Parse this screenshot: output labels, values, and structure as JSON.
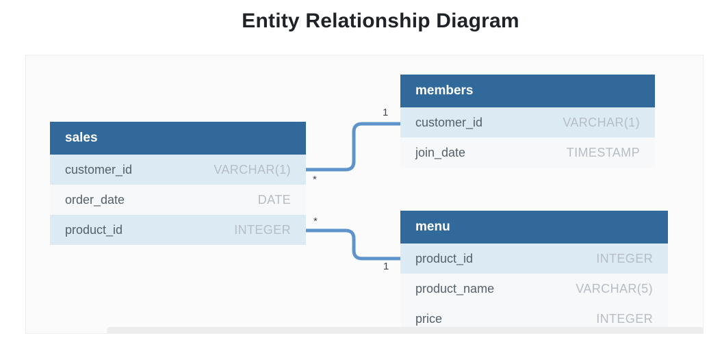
{
  "title": "Entity Relationship Diagram",
  "colors": {
    "header_bg": "#316a9a",
    "key_row_bg": "#dceaf4",
    "row_bg": "#f7f8f9",
    "field_color": "#55606a",
    "type_color": "#b6bdc4",
    "connector": "#5e94ca",
    "cardinality": "#3f4650",
    "canvas_bg": "#fbfbfc",
    "canvas_border": "#eeeeee",
    "scrollbar": "#ededee",
    "title_color": "#1f2328"
  },
  "tables": [
    {
      "name": "sales",
      "columns": [
        {
          "field": "customer_id",
          "type": "VARCHAR(1)",
          "key": true
        },
        {
          "field": "order_date",
          "type": "DATE",
          "key": false
        },
        {
          "field": "product_id",
          "type": "INTEGER",
          "key": true
        }
      ]
    },
    {
      "name": "members",
      "columns": [
        {
          "field": "customer_id",
          "type": "VARCHAR(1)",
          "key": true
        },
        {
          "field": "join_date",
          "type": "TIMESTAMP",
          "key": false
        }
      ]
    },
    {
      "name": "menu",
      "columns": [
        {
          "field": "product_id",
          "type": "INTEGER",
          "key": true
        },
        {
          "field": "product_name",
          "type": "VARCHAR(5)",
          "key": false
        },
        {
          "field": "price",
          "type": "INTEGER",
          "key": false
        }
      ]
    }
  ],
  "relationships": [
    {
      "from_table": "sales",
      "from_column": "customer_id",
      "to_table": "members",
      "to_column": "customer_id",
      "from_cardinality": "*",
      "to_cardinality": "1"
    },
    {
      "from_table": "sales",
      "from_column": "product_id",
      "to_table": "menu",
      "to_column": "product_id",
      "from_cardinality": "*",
      "to_cardinality": "1"
    }
  ]
}
